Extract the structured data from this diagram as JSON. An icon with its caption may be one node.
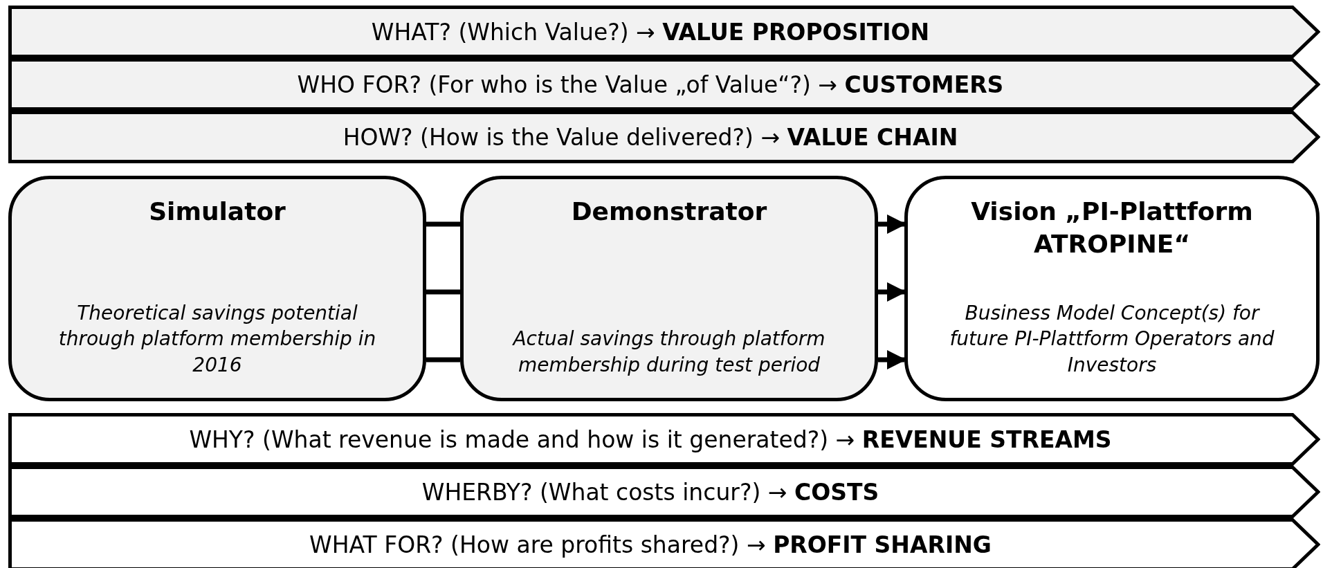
{
  "diagram": {
    "nodes": [
      {
        "text": [
          "WHAT? (Which Value?) → **VALUE PROPOSITION**"
        ]
      },
      {
        "text": [
          "WHO FOR? (For who is the Value „of Value“?) → **CUSTOMERS**"
        ]
      },
      {
        "text": [
          "HOW? (How is the Value delivered?) → **VALUE CHAIN**"
        ]
      },
      {
        "text": [
          "Simulator",
          "Theoretical savings potential through platform membership in 2016"
        ]
      },
      {
        "text": [
          "Demonstrator",
          "Actual savings through platform membership during test period"
        ]
      },
      {
        "text": [
          "Vision „PI-Plattform ATROPINE“",
          "Business Model Concept(s) for future PI-Plattform Operators and Investors"
        ]
      },
      {
        "text": [
          "WHY? (What revenue is made and how is it generated?) → **REVENUE STREAMS**"
        ]
      },
      {
        "text": [
          "WHERBY? (What costs incur?) → **COSTS**"
        ]
      },
      {
        "text": [
          "WHAT FOR? (How are profits shared?) → **PROFIT SHARING**"
        ]
      }
    ],
    "edges": [
      {
        "from": 3,
        "to": 4,
        "arrow": "none"
      },
      {
        "from": 3,
        "to": 4,
        "arrow": "none"
      },
      {
        "from": 3,
        "to": 4,
        "arrow": "none"
      },
      {
        "from": 4,
        "to": 5,
        "arrow": "to"
      },
      {
        "from": 4,
        "to": 5,
        "arrow": "to"
      },
      {
        "from": 4,
        "to": 5,
        "arrow": "to"
      }
    ]
  }
}
